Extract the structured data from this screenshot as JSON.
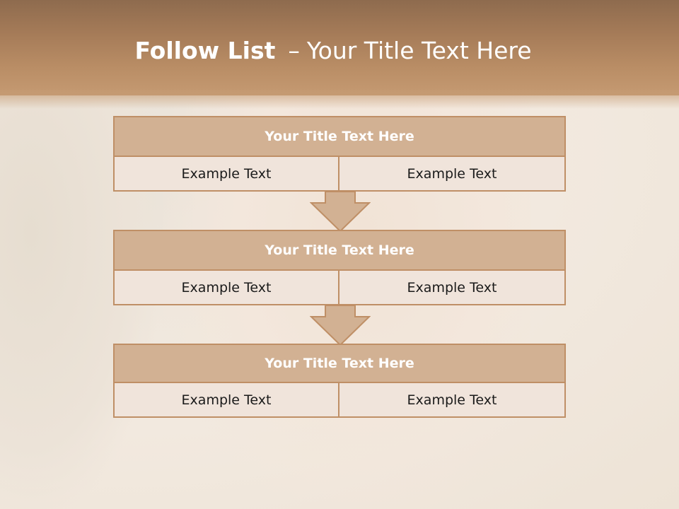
{
  "slide": {
    "title_bold": "Follow List",
    "title_dash": "–",
    "title_rest": "Your Title Text Here"
  },
  "blocks": [
    {
      "title": "Your Title Text Here",
      "left": "Example Text",
      "right": "Example Text"
    },
    {
      "title": "Your Title Text Here",
      "left": "Example Text",
      "right": "Example Text"
    },
    {
      "title": "Your Title Text Here",
      "left": "Example Text",
      "right": "Example Text"
    }
  ],
  "colors": {
    "header_band": "#a57b58",
    "block_header": "#d2b193",
    "block_border": "#bf8f66",
    "block_cell": "#f0e4db",
    "arrow_fill": "#d2b193"
  }
}
